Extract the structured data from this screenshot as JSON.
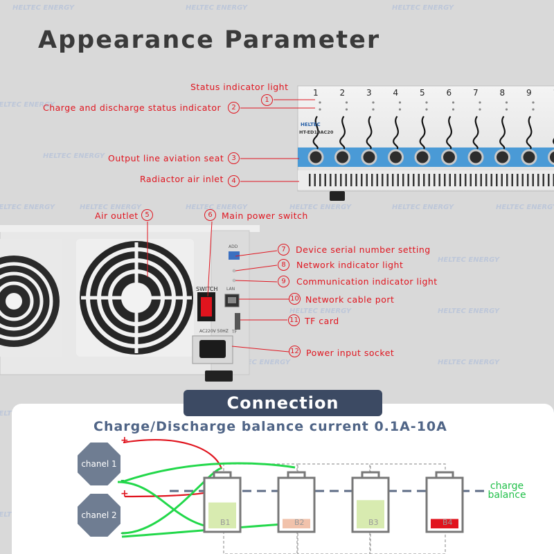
{
  "title": "Appearance Parameter",
  "device": {
    "model": "HT-ED10AC20",
    "brand": "HELTEC",
    "channel_numbers": [
      "1",
      "2",
      "3",
      "4",
      "5",
      "6",
      "7",
      "8",
      "9",
      "1"
    ],
    "switch_label": "SWITCH",
    "add_label": "ADD",
    "lan_label": "LAN",
    "tf_label": "TF",
    "power_label": "AC220V 50HZ"
  },
  "callouts": [
    {
      "num": "",
      "text": "Status indicator light"
    },
    {
      "num": "2",
      "text": "Charge and discharge status indicator"
    },
    {
      "num": "3",
      "text": "Output line aviation seat"
    },
    {
      "num": "4",
      "text": "Radiactor air inlet"
    },
    {
      "num": "5",
      "text": "Air outlet"
    },
    {
      "num": "6",
      "text": "Main power switch"
    },
    {
      "num": "7",
      "text": "Device serial number setting"
    },
    {
      "num": "8",
      "text": "Network indicator light"
    },
    {
      "num": "9",
      "text": "Communication indicator light"
    },
    {
      "num": "10",
      "text": "Network cable port"
    },
    {
      "num": "11",
      "text": "TF card"
    },
    {
      "num": "12",
      "text": "Power input socket"
    }
  ],
  "callout1_num": "1",
  "watermark": "HELTEC ENERGY",
  "connection": {
    "banner": "Connection",
    "subtitle": "Charge/Discharge balance current 0.1A-10A",
    "channel1": "chanel 1",
    "channel2": "chanel 2",
    "plus": "+",
    "minus": "-",
    "caption_line1": "charge",
    "caption_line2": "balance",
    "batteries": [
      {
        "label": "B1",
        "fill": "#d8ebb0",
        "level": 0.55
      },
      {
        "label": "B2",
        "fill": "#f1c2ab",
        "level": 0.2
      },
      {
        "label": "B3",
        "fill": "#d8ebb0",
        "level": 0.6
      },
      {
        "label": "B4",
        "fill": "#e1141e",
        "level": 0.2
      }
    ]
  },
  "colors": {
    "accent_red": "#e0141e",
    "banner": "#3c4a63",
    "positive_wire": "#e0141e",
    "negative_wire": "#22d84a",
    "connector_blue": "#4a9ad6"
  }
}
